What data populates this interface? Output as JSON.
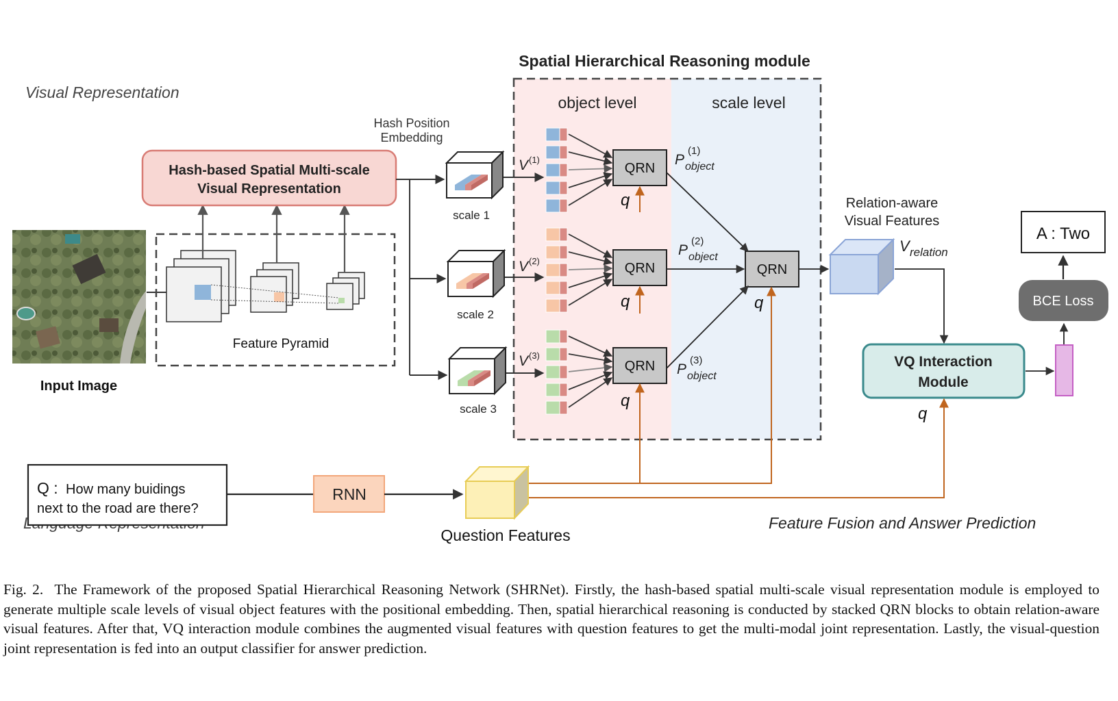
{
  "figure": {
    "module_title": "Spatial Hierarchical Reasoning module",
    "section_labels": {
      "visual": "Visual Representation",
      "language": "Language Representation",
      "fusion": "Feature Fusion and Answer Prediction"
    },
    "hash_box": [
      "Hash-based Spatial Multi-scale",
      "Visual Representation"
    ],
    "hash_position": [
      "Hash Position",
      "Embedding"
    ],
    "feature_pyramid": "Feature Pyramid",
    "input_image": "Input Image",
    "scales": [
      "scale 1",
      "scale 2",
      "scale 3"
    ],
    "object_level": "object level",
    "scale_level": "scale level",
    "qrn": "QRN",
    "q": "q",
    "v_labels": [
      {
        "base": "V",
        "sup": "(1)"
      },
      {
        "base": "V",
        "sup": "(2)"
      },
      {
        "base": "V",
        "sup": "(3)"
      }
    ],
    "p_labels": [
      {
        "base": "P",
        "sup": "(1)",
        "sub": "object"
      },
      {
        "base": "P",
        "sup": "(2)",
        "sub": "object"
      },
      {
        "base": "P",
        "sup": "(3)",
        "sub": "object"
      }
    ],
    "relation_label": [
      "Relation-aware",
      "Visual Features"
    ],
    "v_relation": {
      "base": "V",
      "sub": "relation"
    },
    "vq_module": [
      "VQ Interaction",
      "Module"
    ],
    "bce_loss": "BCE Loss",
    "answer": "A : Two",
    "question": {
      "prefix": "Q :",
      "line1": "How many buidings",
      "line2": "next to the road are there?"
    },
    "rnn": "RNN",
    "question_features": "Question Features"
  },
  "caption": {
    "label": "Fig. 2.",
    "text": "The Framework of the proposed Spatial Hierarchical Reasoning Network (SHRNet). Firstly, the hash-based spatial multi-scale visual representation module is employed to generate multiple scale levels of visual object features with the positional embedding. Then, spatial hierarchical reasoning is conducted by stacked QRN blocks to obtain relation-aware visual features. After that, VQ interaction module combines the augmented visual features with question features to get the multi-modal joint representation. Lastly, the visual-question joint representation is fed into an output classifier for answer prediction."
  },
  "colors": {
    "object_level_bg": "#fdeaea",
    "scale_level_bg": "#eaf1f9",
    "hash_box_fill": "#f8d7d3",
    "hash_box_stroke": "#d87b74",
    "qrn_fill": "#c8c8c8",
    "vq_fill": "#d8ecea",
    "vq_stroke": "#3a8a8c",
    "bce_fill": "#6e6e6e",
    "orange_arrow": "#c0651e",
    "scale1_feature": "#8fb5da",
    "scale2_feature": "#f7c6a6",
    "scale3_feature": "#b9dcaa",
    "pos_embed": "#d98a84",
    "rnn_fill": "#fbd5bd",
    "question_cube": "#fdf0b7",
    "relation_cube": "#c9d9f1",
    "classifier": "#e6b8e6"
  },
  "icons": [
    "aerial-input-image",
    "feature-cube-icon",
    "question-cube-icon",
    "relation-cube-icon"
  ]
}
